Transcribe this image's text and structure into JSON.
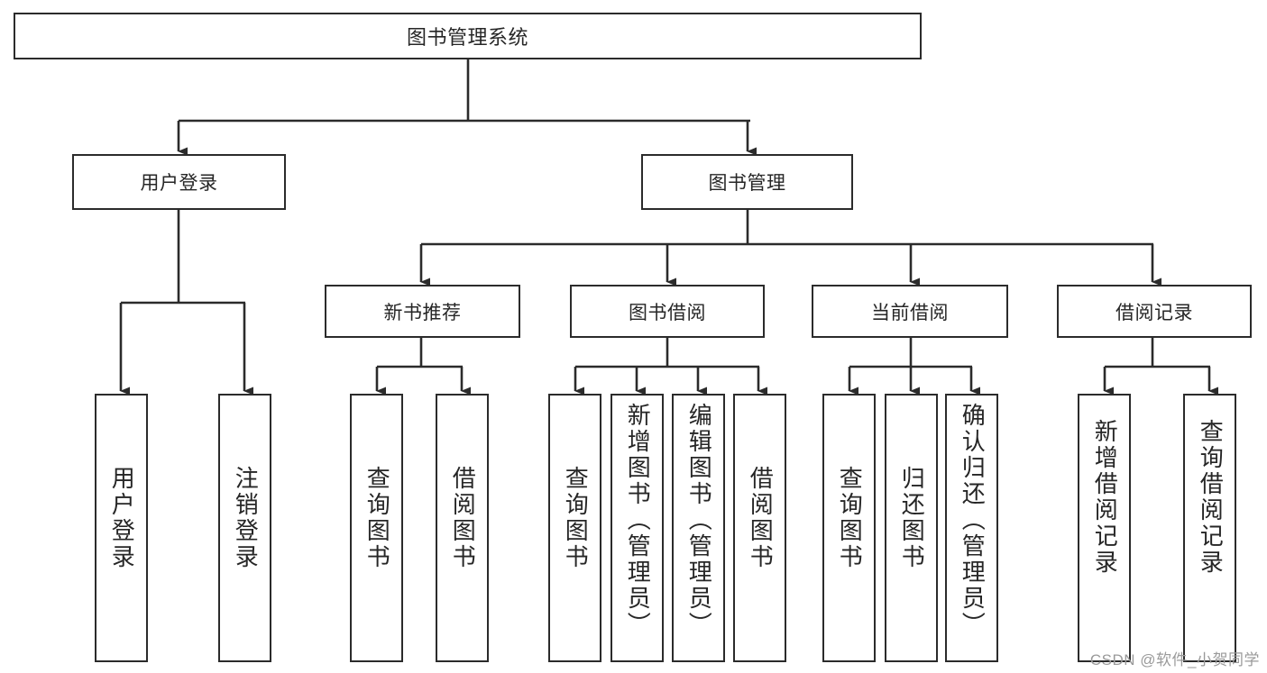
{
  "diagram": {
    "type": "tree",
    "title": "图书管理系统",
    "watermark": "CSDN @软件_小贺同学",
    "colors": {
      "background": "#ffffff",
      "box_border": "#2b2b2b",
      "box_fill": "#ffffff",
      "text": "#262626",
      "connector": "#2b2b2b",
      "watermark": "#9a9a9a"
    },
    "root": {
      "label": "图书管理系统"
    },
    "level1": [
      {
        "label": "用户登录"
      },
      {
        "label": "图书管理"
      }
    ],
    "level2": [
      {
        "label": "新书推荐"
      },
      {
        "label": "图书借阅"
      },
      {
        "label": "当前借阅"
      },
      {
        "label": "借阅记录"
      }
    ],
    "leaves": {
      "user_login": [
        {
          "label": "用户登录"
        },
        {
          "label": "注销登录"
        }
      ],
      "new_book_recommend": [
        {
          "label": "查询图书"
        },
        {
          "label": "借阅图书"
        }
      ],
      "book_borrow": [
        {
          "label": "查询图书"
        },
        {
          "label": "新增图书（管理员）"
        },
        {
          "label": "编辑图书（管理员）"
        },
        {
          "label": "借阅图书"
        }
      ],
      "current_borrow": [
        {
          "label": "查询图书"
        },
        {
          "label": "归还图书"
        },
        {
          "label": "确认归还（管理员）"
        }
      ],
      "borrow_record": [
        {
          "label": "新增借阅记录"
        },
        {
          "label": "查询借阅记录"
        }
      ]
    }
  }
}
